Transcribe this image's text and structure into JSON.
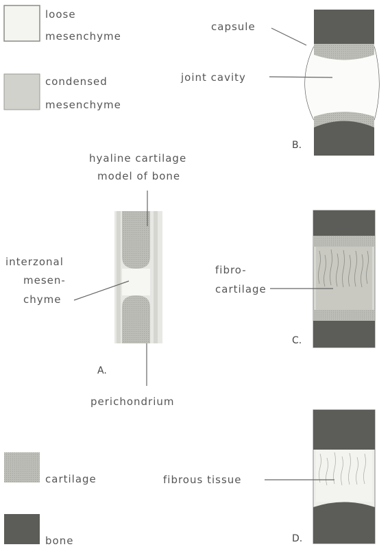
{
  "legend": {
    "loose_1": "loose",
    "loose_2": "mesenchyme",
    "condensed_1": "condensed",
    "condensed_2": "mesenchyme",
    "cartilage": "cartilage",
    "bone": "bone"
  },
  "labels": {
    "capsule": "capsule",
    "joint_cavity": "joint cavity",
    "hyaline_1": "hyaline cartilage",
    "hyaline_2": "model of bone",
    "interzonal_1": "interzonal",
    "interzonal_2": "mesen-",
    "interzonal_3": "chyme",
    "fibro_1": "fibro-",
    "fibro_2": "cartilage",
    "perichondrium": "perichondrium",
    "fibrous_tissue": "fibrous tissue"
  },
  "panels": {
    "a": "A.",
    "b": "B.",
    "c": "C.",
    "d": "D."
  },
  "colors": {
    "loose": "#f4f4f1",
    "condensed": "#d2d2cc",
    "cartilage": "#b3b3ad",
    "bone": "#5c5c58",
    "fibro": "#c9c9c2",
    "fibrous": "#eeeeea"
  }
}
